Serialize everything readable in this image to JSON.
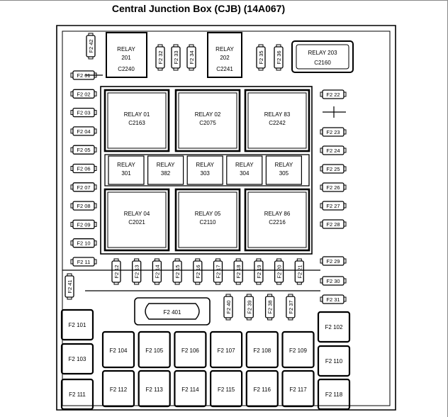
{
  "title": "Central Junction Box (CJB) (14A067)",
  "relays_top": [
    {
      "name": "RELAY",
      "num": "201",
      "code": "C2240"
    },
    {
      "name": "RELAY",
      "num": "202",
      "code": "C2241"
    },
    {
      "name": "RELAY 203",
      "code": "C2160"
    }
  ],
  "relays_big_row1": [
    {
      "name": "RELAY 01",
      "code": "C2163"
    },
    {
      "name": "RELAY 02",
      "code": "C2075"
    },
    {
      "name": "RELAY 83",
      "code": "C2242"
    }
  ],
  "relays_big_row2": [
    {
      "name": "RELAY 04",
      "code": "C2021"
    },
    {
      "name": "RELAY 05",
      "code": "C2110"
    },
    {
      "name": "RELAY 86",
      "code": "C2216"
    }
  ],
  "relays_small": [
    {
      "name": "RELAY",
      "num": "301"
    },
    {
      "name": "RELAY",
      "num": "382"
    },
    {
      "name": "RELAY",
      "num": "303"
    },
    {
      "name": "RELAY",
      "num": "304"
    },
    {
      "name": "RELAY",
      "num": "305"
    }
  ],
  "fuses_top_vertical": [
    "F2 42",
    "F2 32",
    "F2 33",
    "F2 34",
    "F2 35",
    "F2 36"
  ],
  "fuses_left": [
    "F2 01",
    "F2 02",
    "F2 03",
    "F2 04",
    "F2 05",
    "F2 06",
    "F2 07",
    "F2 08",
    "F2 09",
    "F2 10",
    "F2 11"
  ],
  "fuses_right": [
    "F2 22",
    "F2 23",
    "F2 24",
    "F2 25",
    "F2 26",
    "F2 27",
    "F2 28",
    "F2 29",
    "F2 30",
    "F2 31"
  ],
  "fuses_mid_vertical": [
    "F2 12",
    "F2 13",
    "F2 14",
    "F2 15",
    "F2 16",
    "F2 17",
    "F2 18",
    "F2 19",
    "F2 20",
    "F2 21"
  ],
  "fuse_f241": "F2 41",
  "fuse_f2401": "F2 401",
  "fuses_lower_vertical": [
    "F2 40",
    "F2 39",
    "F2 38",
    "F2 37"
  ],
  "maxi_left": [
    "F2 101",
    "F2 103",
    "F2 111"
  ],
  "maxi_right": [
    "F2 102",
    "F2 110",
    "F2 118"
  ],
  "maxi_row1": [
    "F2 104",
    "F2 105",
    "F2 106",
    "F2 107",
    "F2 108",
    "F2 109"
  ],
  "maxi_row2": [
    "F2 112",
    "F2 113",
    "F2 114",
    "F2 115",
    "F2 116",
    "F2 117"
  ]
}
